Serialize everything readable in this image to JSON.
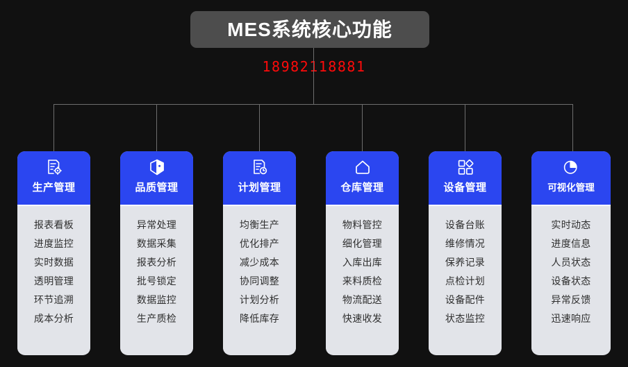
{
  "header": {
    "title": "MES系统核心功能",
    "phone": "18982118881"
  },
  "colors": {
    "background": "#111111",
    "banner": "#4d4d4d",
    "accent_blue": "#2b46f0",
    "card_body": "#e2e4e9",
    "phone_red": "#ff0a0a",
    "connector": "#6e6e6e",
    "item_text": "#2f2f2f"
  },
  "cards": [
    {
      "title": "生产管理",
      "icon": "document-gear-icon",
      "items": [
        "报表看板",
        "进度监控",
        "实时数据",
        "透明管理",
        "环节追溯",
        "成本分析"
      ]
    },
    {
      "title": "品质管理",
      "icon": "cube-box-icon",
      "items": [
        "异常处理",
        "数据采集",
        "报表分析",
        "批号锁定",
        "数据监控",
        "生产质检"
      ]
    },
    {
      "title": "计划管理",
      "icon": "document-clock-icon",
      "items": [
        "均衡生产",
        "优化排产",
        "减少成本",
        "协同调整",
        "计划分析",
        "降低库存"
      ]
    },
    {
      "title": "仓库管理",
      "icon": "warehouse-house-icon",
      "items": [
        "物料管控",
        "细化管理",
        "入库出库",
        "来料质检",
        "物流配送",
        "快速收发"
      ]
    },
    {
      "title": "设备管理",
      "icon": "modules-grid-icon",
      "items": [
        "设备台账",
        "维修情况",
        "保养记录",
        "点检计划",
        "设备配件",
        "状态监控"
      ]
    },
    {
      "title": "可视化管理",
      "icon": "pie-chart-icon",
      "items": [
        "实时动态",
        "进度信息",
        "人员状态",
        "设备状态",
        "异常反馈",
        "迅速响应"
      ]
    }
  ]
}
